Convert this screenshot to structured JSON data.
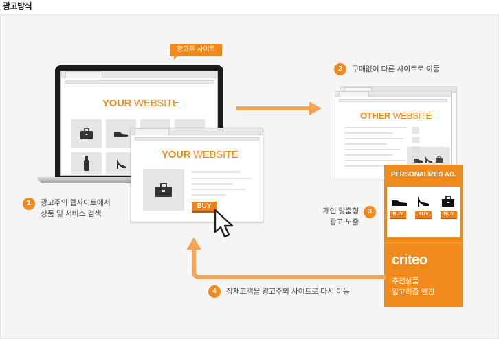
{
  "title": "광고방식",
  "advertiser_tag": "광고주 사이트",
  "your_website": {
    "bold": "YOUR",
    "light": "WEBSITE"
  },
  "other_website": {
    "bold": "OTHER",
    "light": "WEBSITE"
  },
  "buy_label": "BUY",
  "steps": [
    {
      "num": "1",
      "line1": "광고주의 웹사이트에서",
      "line2": "상품 및 서비스 검색"
    },
    {
      "num": "2",
      "line1": "구매없이 다른 사이트로 이동"
    },
    {
      "num": "3",
      "line1": "개인 맞춤형",
      "line2": "광고 노출"
    },
    {
      "num": "4",
      "line1": "잠재고객을 광고주의 사이트로 다시 이동"
    }
  ],
  "personalized_ad": "PERSONALIZED AD.",
  "criteo": {
    "brand": "criteo",
    "line1": "추천상품",
    "line2": "알고리즘 엔진"
  },
  "colors": {
    "accent": "#f08a1c",
    "arrow": "#f7a452",
    "laptop": "#222222"
  }
}
